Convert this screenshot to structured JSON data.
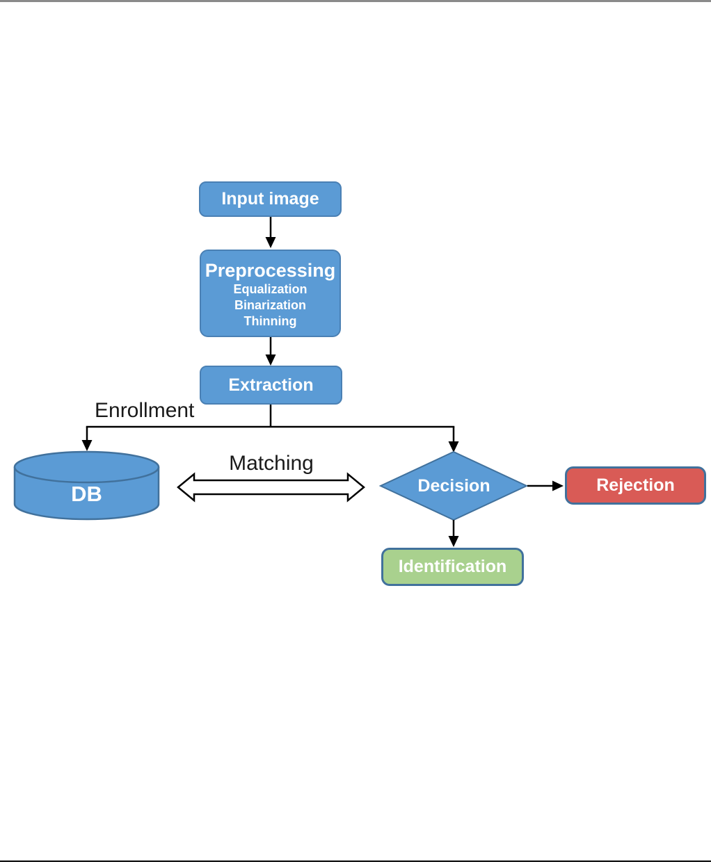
{
  "page": {
    "background": "#ffffff",
    "top_rule_color": "#8a8a8a",
    "bottom_rule_color": "#000000"
  },
  "palette": {
    "node_blue_fill": "#5b9bd5",
    "node_blue_border": "#4a80b4",
    "slate_border": "#41719c",
    "rejection_red_fill": "#d95b56",
    "identification_green_fill": "#a9d18e",
    "connector_black": "#000000",
    "block_arrow_fill": "#ffffff",
    "node_text_color": "#ffffff",
    "edge_label_color": "#1a1a1a"
  },
  "diagram": {
    "nodes": {
      "input_image": {
        "label": "Input image",
        "shape": "rounded-rect"
      },
      "preprocessing": {
        "label": "Preprocessing",
        "sublabels": [
          "Equalization",
          "Binarization",
          "Thinning"
        ],
        "shape": "rounded-rect"
      },
      "extraction": {
        "label": "Extraction",
        "shape": "rounded-rect"
      },
      "db": {
        "label": "DB",
        "shape": "cylinder"
      },
      "decision": {
        "label": "Decision",
        "shape": "diamond"
      },
      "rejection": {
        "label": "Rejection",
        "shape": "rounded-rect"
      },
      "identification": {
        "label": "Identification",
        "shape": "rounded-rect"
      }
    },
    "edge_labels": {
      "enrollment": "Enrollment",
      "matching": "Matching"
    },
    "edges": [
      "input_image -> preprocessing",
      "preprocessing -> extraction",
      "extraction -> db (Enrollment branch)",
      "extraction -> decision",
      "db <-> decision (Matching)",
      "decision -> rejection",
      "decision -> identification"
    ]
  }
}
